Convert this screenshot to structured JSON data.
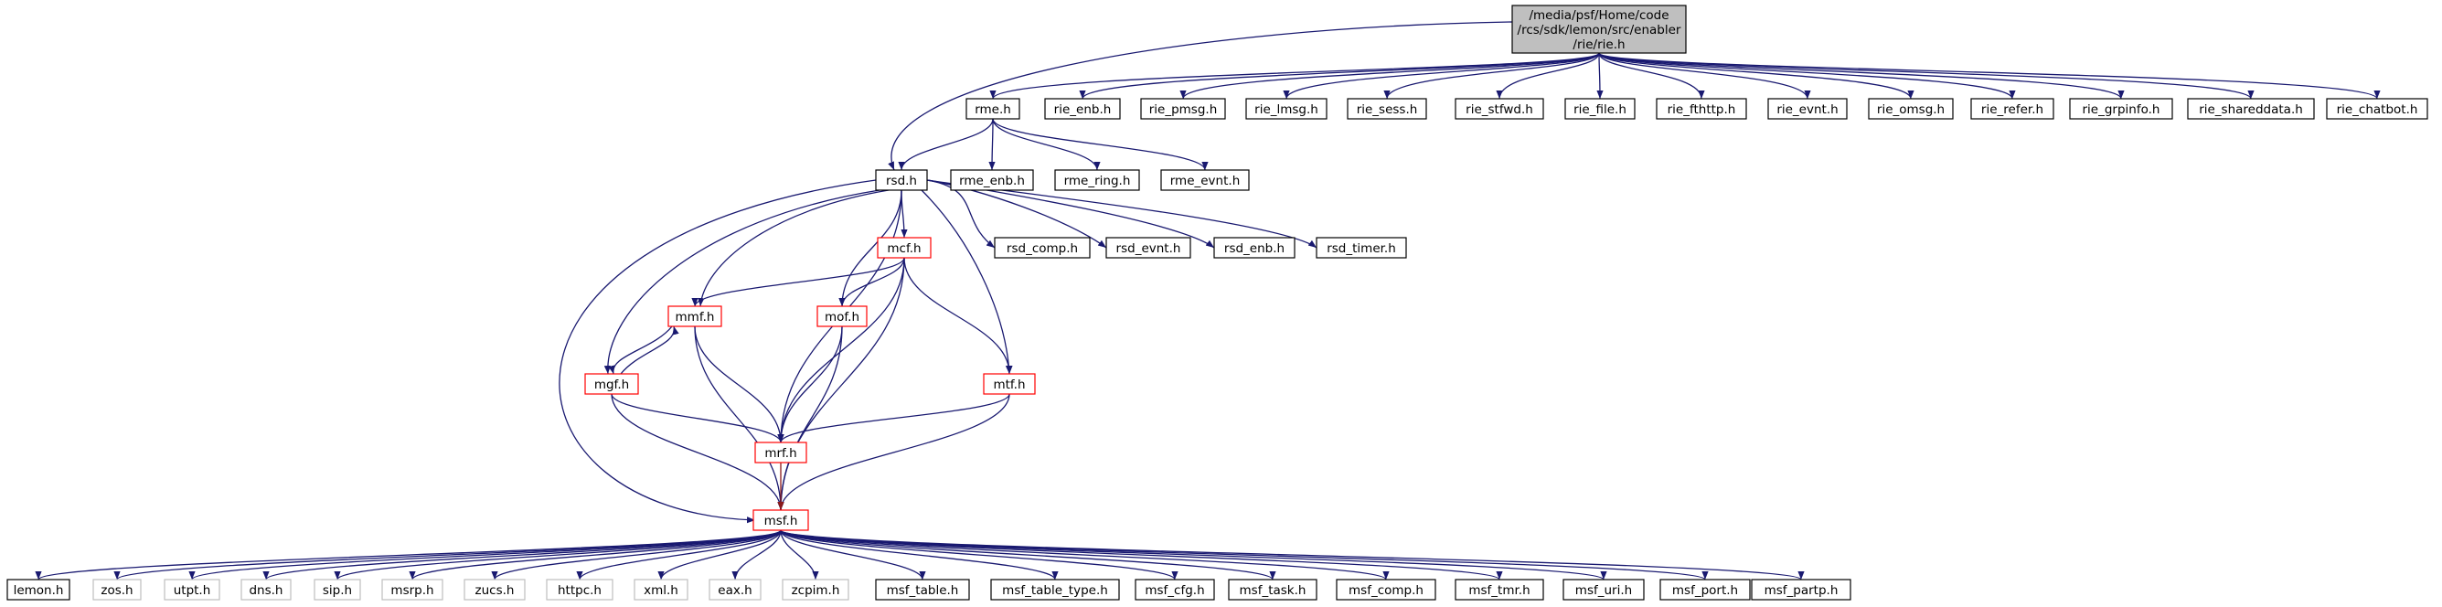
{
  "diagram": {
    "colors": {
      "edge": "#191970",
      "edge_red": "#8b1a1a",
      "root_fill": "#bfbfbf",
      "root_border": "#000000",
      "node_border": "#000000",
      "linked_border": "#ff0000",
      "external_border": "#bfbfbf",
      "node_fill": "#ffffff"
    },
    "nodes": [
      {
        "id": "root",
        "lines": [
          "/media/psf/Home/code",
          "/rcs/sdk/lemon/src/enabler",
          "/rie/rie.h"
        ],
        "kind": "root"
      },
      {
        "id": "rme_h",
        "lines": [
          "rme.h"
        ],
        "kind": "normal"
      },
      {
        "id": "rie_enb_h",
        "lines": [
          "rie_enb.h"
        ],
        "kind": "normal"
      },
      {
        "id": "rie_pmsg_h",
        "lines": [
          "rie_pmsg.h"
        ],
        "kind": "normal"
      },
      {
        "id": "rie_lmsg_h",
        "lines": [
          "rie_lmsg.h"
        ],
        "kind": "normal"
      },
      {
        "id": "rie_sess_h",
        "lines": [
          "rie_sess.h"
        ],
        "kind": "normal"
      },
      {
        "id": "rie_stfwd_h",
        "lines": [
          "rie_stfwd.h"
        ],
        "kind": "normal"
      },
      {
        "id": "rie_file_h",
        "lines": [
          "rie_file.h"
        ],
        "kind": "normal"
      },
      {
        "id": "rie_fthttp_h",
        "lines": [
          "rie_fthttp.h"
        ],
        "kind": "normal"
      },
      {
        "id": "rie_evnt_h",
        "lines": [
          "rie_evnt.h"
        ],
        "kind": "normal"
      },
      {
        "id": "rie_omsg_h",
        "lines": [
          "rie_omsg.h"
        ],
        "kind": "normal"
      },
      {
        "id": "rie_refer_h",
        "lines": [
          "rie_refer.h"
        ],
        "kind": "normal"
      },
      {
        "id": "rie_grpinfo_h",
        "lines": [
          "rie_grpinfo.h"
        ],
        "kind": "normal"
      },
      {
        "id": "rie_shareddata_h",
        "lines": [
          "rie_shareddata.h"
        ],
        "kind": "normal"
      },
      {
        "id": "rie_chatbot_h",
        "lines": [
          "rie_chatbot.h"
        ],
        "kind": "normal"
      },
      {
        "id": "rsd_h",
        "lines": [
          "rsd.h"
        ],
        "kind": "normal"
      },
      {
        "id": "rme_enb_h",
        "lines": [
          "rme_enb.h"
        ],
        "kind": "normal"
      },
      {
        "id": "rme_ring_h",
        "lines": [
          "rme_ring.h"
        ],
        "kind": "normal"
      },
      {
        "id": "rme_evnt_h",
        "lines": [
          "rme_evnt.h"
        ],
        "kind": "normal"
      },
      {
        "id": "mcf_h",
        "lines": [
          "mcf.h"
        ],
        "kind": "linked"
      },
      {
        "id": "rsd_comp_h",
        "lines": [
          "rsd_comp.h"
        ],
        "kind": "normal"
      },
      {
        "id": "rsd_evnt_h",
        "lines": [
          "rsd_evnt.h"
        ],
        "kind": "normal"
      },
      {
        "id": "rsd_enb_h",
        "lines": [
          "rsd_enb.h"
        ],
        "kind": "normal"
      },
      {
        "id": "rsd_timer_h",
        "lines": [
          "rsd_timer.h"
        ],
        "kind": "normal"
      },
      {
        "id": "mmf_h",
        "lines": [
          "mmf.h"
        ],
        "kind": "linked"
      },
      {
        "id": "mof_h",
        "lines": [
          "mof.h"
        ],
        "kind": "linked"
      },
      {
        "id": "mgf_h",
        "lines": [
          "mgf.h"
        ],
        "kind": "linked"
      },
      {
        "id": "mtf_h",
        "lines": [
          "mtf.h"
        ],
        "kind": "linked"
      },
      {
        "id": "mrf_h",
        "lines": [
          "mrf.h"
        ],
        "kind": "linked"
      },
      {
        "id": "msf_h",
        "lines": [
          "msf.h"
        ],
        "kind": "linked"
      },
      {
        "id": "lemon_h",
        "lines": [
          "lemon.h"
        ],
        "kind": "normal"
      },
      {
        "id": "zos_h",
        "lines": [
          "zos.h"
        ],
        "kind": "external"
      },
      {
        "id": "utpt_h",
        "lines": [
          "utpt.h"
        ],
        "kind": "external"
      },
      {
        "id": "dns_h",
        "lines": [
          "dns.h"
        ],
        "kind": "external"
      },
      {
        "id": "sip_h",
        "lines": [
          "sip.h"
        ],
        "kind": "external"
      },
      {
        "id": "msrp_h",
        "lines": [
          "msrp.h"
        ],
        "kind": "external"
      },
      {
        "id": "zucs_h",
        "lines": [
          "zucs.h"
        ],
        "kind": "external"
      },
      {
        "id": "httpc_h",
        "lines": [
          "httpc.h"
        ],
        "kind": "external"
      },
      {
        "id": "xml_h",
        "lines": [
          "xml.h"
        ],
        "kind": "external"
      },
      {
        "id": "eax_h",
        "lines": [
          "eax.h"
        ],
        "kind": "external"
      },
      {
        "id": "zcpim_h",
        "lines": [
          "zcpim.h"
        ],
        "kind": "external"
      },
      {
        "id": "msf_table_h",
        "lines": [
          "msf_table.h"
        ],
        "kind": "normal"
      },
      {
        "id": "msf_table_type_h",
        "lines": [
          "msf_table_type.h"
        ],
        "kind": "normal"
      },
      {
        "id": "msf_cfg_h",
        "lines": [
          "msf_cfg.h"
        ],
        "kind": "normal"
      },
      {
        "id": "msf_task_h",
        "lines": [
          "msf_task.h"
        ],
        "kind": "normal"
      },
      {
        "id": "msf_comp_h",
        "lines": [
          "msf_comp.h"
        ],
        "kind": "normal"
      },
      {
        "id": "msf_tmr_h",
        "lines": [
          "msf_tmr.h"
        ],
        "kind": "normal"
      },
      {
        "id": "msf_uri_h",
        "lines": [
          "msf_uri.h"
        ],
        "kind": "normal"
      },
      {
        "id": "msf_port_h",
        "lines": [
          "msf_port.h"
        ],
        "kind": "normal"
      },
      {
        "id": "msf_partp_h",
        "lines": [
          "msf_partp.h"
        ],
        "kind": "normal"
      }
    ],
    "edges": [
      [
        "root",
        "rme_h"
      ],
      [
        "root",
        "rie_enb_h"
      ],
      [
        "root",
        "rie_pmsg_h"
      ],
      [
        "root",
        "rie_lmsg_h"
      ],
      [
        "root",
        "rie_sess_h"
      ],
      [
        "root",
        "rie_stfwd_h"
      ],
      [
        "root",
        "rie_file_h"
      ],
      [
        "root",
        "rie_fthttp_h"
      ],
      [
        "root",
        "rie_evnt_h"
      ],
      [
        "root",
        "rie_omsg_h"
      ],
      [
        "root",
        "rie_refer_h"
      ],
      [
        "root",
        "rie_grpinfo_h"
      ],
      [
        "root",
        "rie_shareddata_h"
      ],
      [
        "root",
        "rie_chatbot_h"
      ],
      [
        "root",
        "rsd_h"
      ],
      [
        "rme_h",
        "rsd_h"
      ],
      [
        "rme_h",
        "rme_enb_h"
      ],
      [
        "rme_h",
        "rme_ring_h"
      ],
      [
        "rme_h",
        "rme_evnt_h"
      ],
      [
        "rsd_h",
        "mcf_h"
      ],
      [
        "rsd_h",
        "rsd_comp_h"
      ],
      [
        "rsd_h",
        "rsd_evnt_h"
      ],
      [
        "rsd_h",
        "rsd_enb_h"
      ],
      [
        "rsd_h",
        "rsd_timer_h"
      ],
      [
        "rsd_h",
        "mmf_h"
      ],
      [
        "rsd_h",
        "mof_h"
      ],
      [
        "rsd_h",
        "mgf_h"
      ],
      [
        "rsd_h",
        "mtf_h"
      ],
      [
        "rsd_h",
        "mrf_h"
      ],
      [
        "rsd_h",
        "msf_h"
      ],
      [
        "mcf_h",
        "mmf_h"
      ],
      [
        "mcf_h",
        "mof_h"
      ],
      [
        "mcf_h",
        "mtf_h"
      ],
      [
        "mcf_h",
        "mrf_h"
      ],
      [
        "mcf_h",
        "msf_h"
      ],
      [
        "mmf_h",
        "mgf_h"
      ],
      [
        "mgf_h",
        "mmf_h"
      ],
      [
        "mmf_h",
        "mrf_h"
      ],
      [
        "mmf_h",
        "msf_h"
      ],
      [
        "mof_h",
        "mrf_h"
      ],
      [
        "mof_h",
        "msf_h"
      ],
      [
        "mgf_h",
        "mrf_h"
      ],
      [
        "mgf_h",
        "msf_h"
      ],
      [
        "mtf_h",
        "mrf_h"
      ],
      [
        "mtf_h",
        "msf_h"
      ],
      [
        "mrf_h",
        "msf_h"
      ],
      [
        "msf_h",
        "lemon_h"
      ],
      [
        "msf_h",
        "zos_h"
      ],
      [
        "msf_h",
        "utpt_h"
      ],
      [
        "msf_h",
        "dns_h"
      ],
      [
        "msf_h",
        "sip_h"
      ],
      [
        "msf_h",
        "msrp_h"
      ],
      [
        "msf_h",
        "zucs_h"
      ],
      [
        "msf_h",
        "httpc_h"
      ],
      [
        "msf_h",
        "xml_h"
      ],
      [
        "msf_h",
        "eax_h"
      ],
      [
        "msf_h",
        "zcpim_h"
      ],
      [
        "msf_h",
        "msf_table_h"
      ],
      [
        "msf_h",
        "msf_table_type_h"
      ],
      [
        "msf_h",
        "msf_cfg_h"
      ],
      [
        "msf_h",
        "msf_task_h"
      ],
      [
        "msf_h",
        "msf_comp_h"
      ],
      [
        "msf_h",
        "msf_tmr_h"
      ],
      [
        "msf_h",
        "msf_uri_h"
      ],
      [
        "msf_h",
        "msf_port_h"
      ],
      [
        "msf_h",
        "msf_partp_h"
      ]
    ]
  }
}
